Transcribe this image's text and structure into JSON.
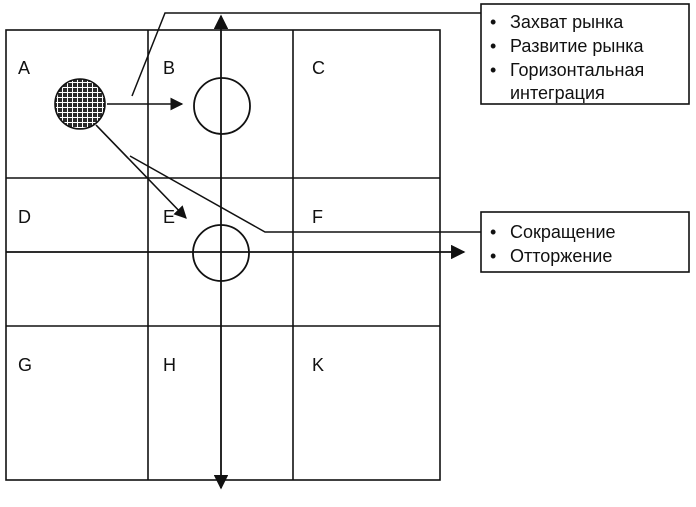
{
  "cells": [
    {
      "id": "A",
      "label": "A"
    },
    {
      "id": "B",
      "label": "B"
    },
    {
      "id": "C",
      "label": "C"
    },
    {
      "id": "D",
      "label": "D"
    },
    {
      "id": "E",
      "label": "E"
    },
    {
      "id": "F",
      "label": "F"
    },
    {
      "id": "G",
      "label": "G"
    },
    {
      "id": "H",
      "label": "H"
    },
    {
      "id": "K",
      "label": "K"
    }
  ],
  "growth_box": {
    "bullet": "•",
    "items": [
      "Захват рынка",
      "Развитие рынка",
      "Горизонтальная"
    ],
    "continuation": "интеграция"
  },
  "reduction_box": {
    "bullet": "•",
    "items": [
      "Сокращение",
      "Отторжение"
    ]
  },
  "colors": {
    "ink": "#111111",
    "background": "#ffffff"
  }
}
